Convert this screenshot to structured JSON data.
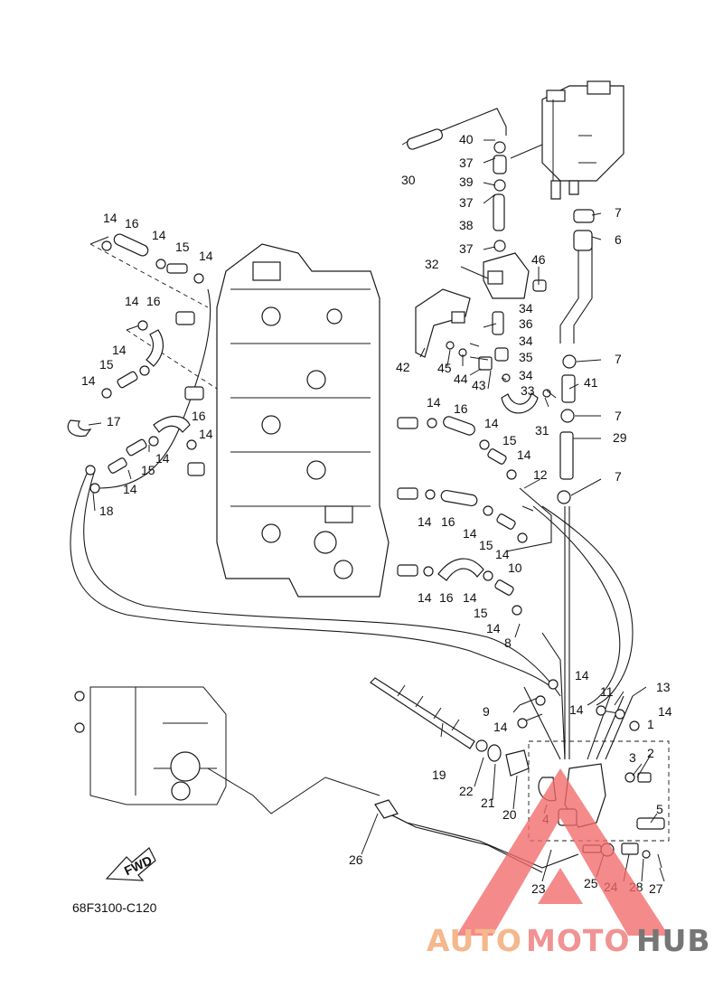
{
  "diagram": {
    "part_code": "68F3100-C120",
    "fwd_label": "FWD",
    "callouts": [
      "1",
      "2",
      "3",
      "4",
      "5",
      "6",
      "7",
      "8",
      "9",
      "10",
      "11",
      "12",
      "13",
      "14",
      "15",
      "16",
      "17",
      "18",
      "19",
      "20",
      "21",
      "22",
      "23",
      "24",
      "25",
      "26",
      "27",
      "28",
      "29",
      "30",
      "31",
      "32",
      "33",
      "34",
      "35",
      "36",
      "37",
      "38",
      "39",
      "40",
      "41",
      "42",
      "43",
      "44",
      "45",
      "46"
    ]
  },
  "watermark": {
    "part_a": "AUTO",
    "part_b": "MOTO",
    "part_c": "HUB",
    "colors": {
      "auto": "#f5b183",
      "moto": "#f08a8a",
      "hub": "#6b6b6b",
      "triangle": "#f26a6a"
    }
  }
}
